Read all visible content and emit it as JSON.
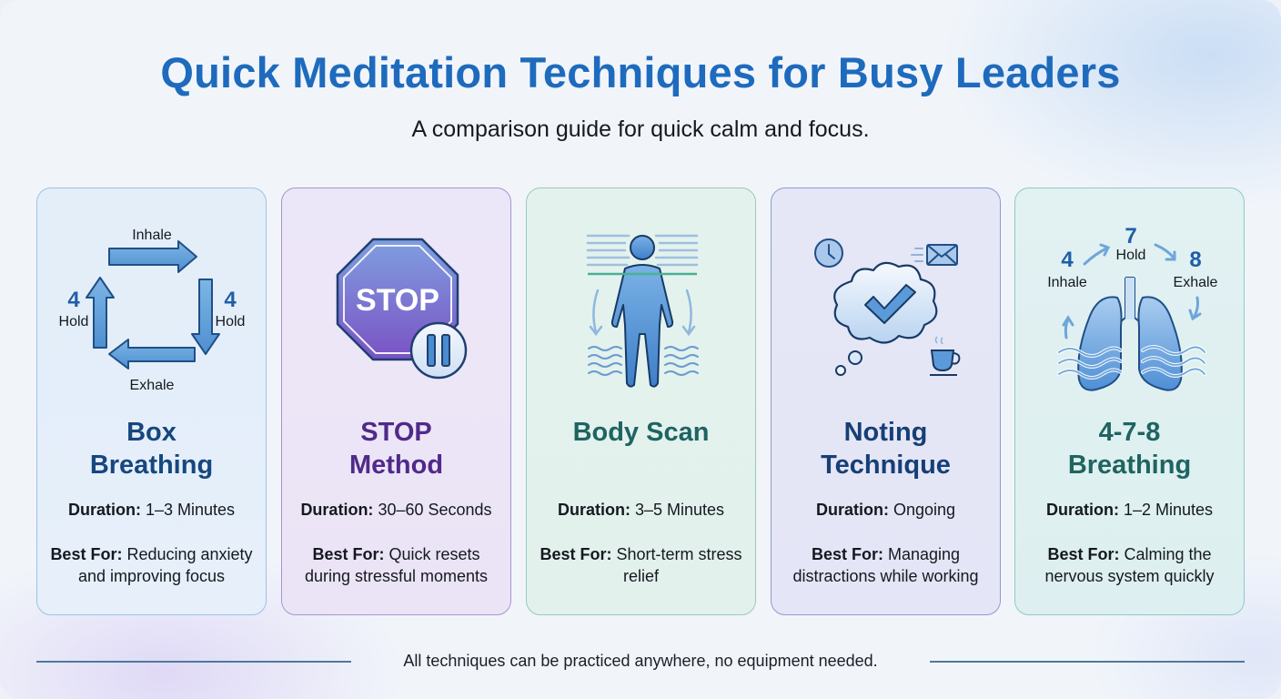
{
  "header": {
    "title": "Quick Meditation Techniques for Busy Leaders",
    "subtitle": "A comparison guide for quick calm and focus."
  },
  "labels": {
    "duration": "Duration:",
    "best_for": "Best For:"
  },
  "techniques": [
    {
      "name_line1": "Box",
      "name_line2": "Breathing",
      "duration": "1–3 Minutes",
      "best_for": "Reducing anxiety and improving focus",
      "icon": "box-breathing-square-arrows-icon",
      "diagram": {
        "top_label": "Inhale",
        "left_count": "4",
        "left_label": "Hold",
        "right_count": "4",
        "right_label": "Hold",
        "bottom_label": "Exhale"
      },
      "accent": "#16477f"
    },
    {
      "name_line1": "STOP",
      "name_line2": "Method",
      "duration": "30–60 Seconds",
      "best_for": "Quick resets during stressful moments",
      "icon": "stop-sign-pause-icon",
      "diagram": {
        "sign_text": "STOP"
      },
      "accent": "#4f2a8a"
    },
    {
      "name_line1": "Body Scan",
      "name_line2": "",
      "duration": "3–5 Minutes",
      "best_for": "Short-term stress relief",
      "icon": "body-scan-figure-icon",
      "accent": "#1e6462"
    },
    {
      "name_line1": "Noting",
      "name_line2": "Technique",
      "duration": "Ongoing",
      "best_for": "Managing distractions while working",
      "icon": "thought-cloud-checkmark-icon",
      "accent": "#163f75"
    },
    {
      "name_line1": "4-7-8",
      "name_line2": "Breathing",
      "duration": "1–2 Minutes",
      "best_for": "Calming the nervous system quickly",
      "icon": "lungs-breathing-icon",
      "diagram": {
        "inhale_count": "4",
        "inhale_label": "Inhale",
        "hold_count": "7",
        "hold_label": "Hold",
        "exhale_count": "8",
        "exhale_label": "Exhale"
      },
      "accent": "#1f6461"
    }
  ],
  "footer": {
    "note": "All techniques can be practiced anywhere, no equipment needed."
  },
  "colors": {
    "title": "#1e6bbd",
    "icon_blue": "#5b9ad8",
    "icon_stroke": "#1f4f86",
    "stop_purple": "#7a5fc8"
  }
}
